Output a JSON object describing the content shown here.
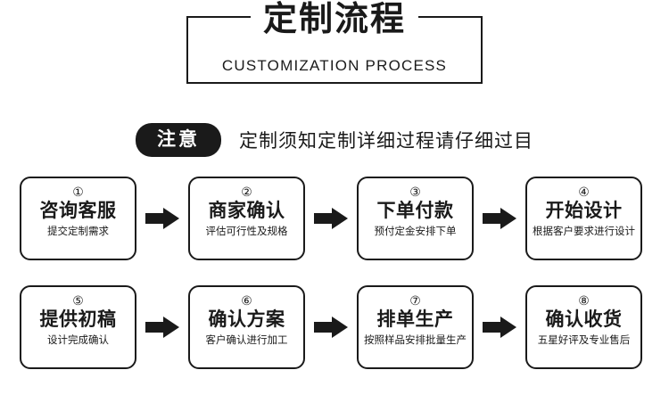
{
  "header": {
    "title": "定制流程",
    "subtitle": "CUSTOMIZATION PROCESS"
  },
  "notice": {
    "badge": "注意",
    "text": "定制须知定制详细过程请仔细过目"
  },
  "steps": [
    {
      "num": "①",
      "title": "咨询客服",
      "desc": "提交定制需求"
    },
    {
      "num": "②",
      "title": "商家确认",
      "desc": "评估可行性及规格"
    },
    {
      "num": "③",
      "title": "下单付款",
      "desc": "预付定金安排下单"
    },
    {
      "num": "④",
      "title": "开始设计",
      "desc": "根据客户要求进行设计"
    },
    {
      "num": "⑤",
      "title": "提供初稿",
      "desc": "设计完成确认"
    },
    {
      "num": "⑥",
      "title": "确认方案",
      "desc": "客户确认进行加工"
    },
    {
      "num": "⑦",
      "title": "排单生产",
      "desc": "按照样品安排批量生产"
    },
    {
      "num": "⑧",
      "title": "确认收货",
      "desc": "五星好评及专业售后"
    }
  ],
  "icons": {
    "arrow": "right-arrow-icon"
  },
  "colors": {
    "ink": "#1a1a1a",
    "background": "#ffffff"
  }
}
